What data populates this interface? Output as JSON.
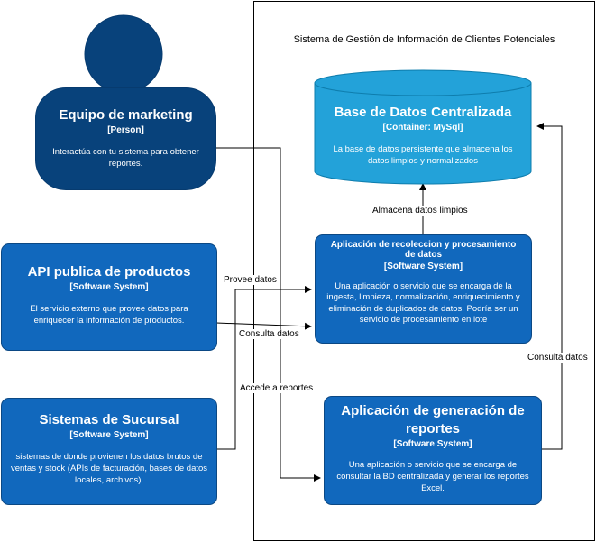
{
  "boundary": {
    "title": "Sistema de Gestión de Información de Clientes Potenciales"
  },
  "person": {
    "name": "Equipo de marketing",
    "stereotype": "[Person]",
    "description": "Interactúa con tu sistema para obtener reportes."
  },
  "database": {
    "name": "Base de Datos Centralizada",
    "stereotype": "[Container: MySql]",
    "description": "La base de datos persistente que almacena los datos limpios y normalizados"
  },
  "api": {
    "name": "API publica de productos",
    "stereotype": "[Software System]",
    "description": "El servicio externo que provee datos para enriquecer la información de productos."
  },
  "processing": {
    "name": "Aplicación de recoleccion y procesamiento de datos",
    "stereotype": "[Software System]",
    "description": "Una aplicación o servicio que se encarga de la ingesta, limpieza, normalización, enriquecimiento y eliminación de duplicados de datos. Podría ser un servicio de procesamiento en lote"
  },
  "branches": {
    "name": "Sistemas de Sucursal",
    "stereotype": "[Software System]",
    "description": "sistemas de donde provienen los datos brutos de ventas y stock (APIs de facturación, bases de datos locales, archivos)."
  },
  "reports": {
    "name": "Aplicación de generación de reportes",
    "stereotype": "[Software System]",
    "description": "Una aplicación o servicio que se encarga de consultar la BD centralizada y generar los reportes Excel."
  },
  "edges": {
    "almacena": "Almacena datos limpios",
    "provee": "Provee datos",
    "consulta_api": "Consulta datos",
    "accede": "Accede a reportes",
    "consulta_db": "Consulta datos"
  },
  "colors": {
    "person": "#08427b",
    "system": "#1168bd",
    "database": "#23a2d9",
    "line": "#000000"
  }
}
